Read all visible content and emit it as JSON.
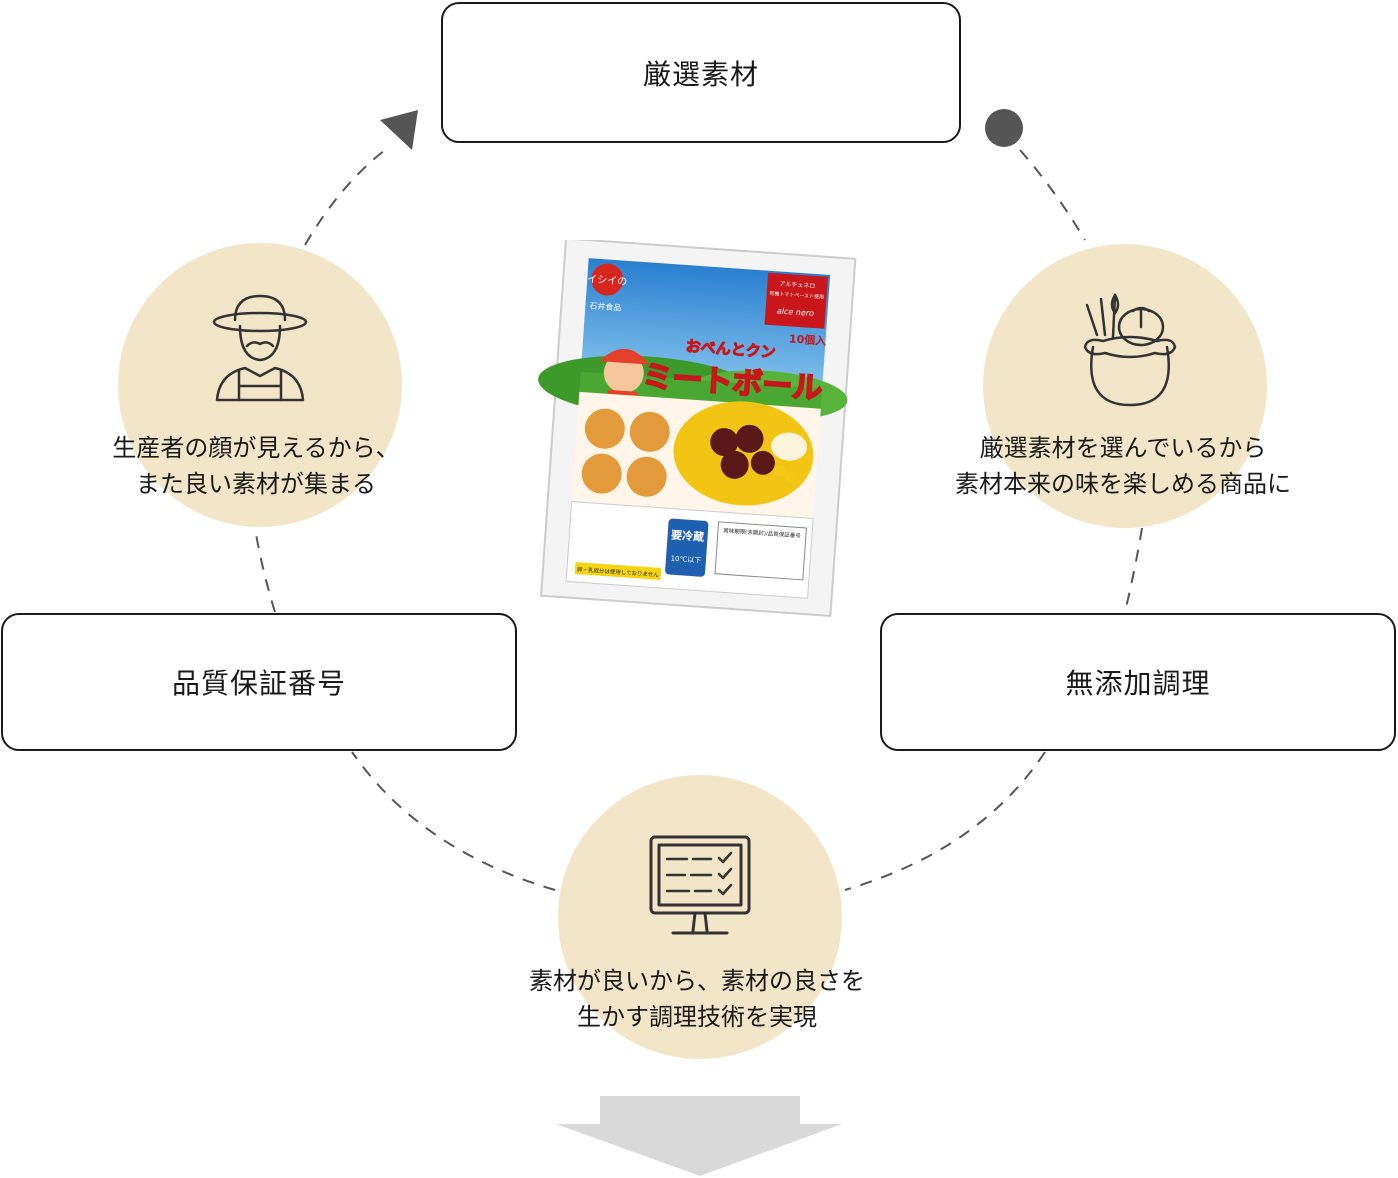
{
  "boxes": {
    "top": "厳選素材",
    "left": "品質保証番号",
    "right": "無添加調理"
  },
  "captions": {
    "left": [
      "生産者の顔が見えるから、",
      "また良い素材が集まる"
    ],
    "right": [
      "厳選素材を選んでいるから",
      "素材本来の味を楽しめる商品に"
    ],
    "bottom": [
      "素材が良いから、素材の良さを",
      "生かす調理技術を実現"
    ]
  },
  "icons": {
    "left": "farmer-icon",
    "right": "vegetable-sack-icon",
    "bottom": "checklist-monitor-icon"
  },
  "product": {
    "brand": "イシイの",
    "maker": "石井食品",
    "series": "おべんとクン",
    "name": "ミートボール",
    "count": "10個入",
    "badge_line1": "アルチェネロ",
    "badge_line2": "有機トマトペースト使用",
    "badge_logo": "alce nero",
    "storage": "要冷蔵",
    "temp": "10℃以下",
    "allergen_note": "卵・乳成分は使用しておりません",
    "expiry_label": "賞味期限(未開封)/品質保証番号"
  },
  "colors": {
    "circle": "#f3e6c8",
    "box_border": "#1a1a1a",
    "flow_line": "#555555",
    "down_arrow": "#d9d9d9"
  }
}
